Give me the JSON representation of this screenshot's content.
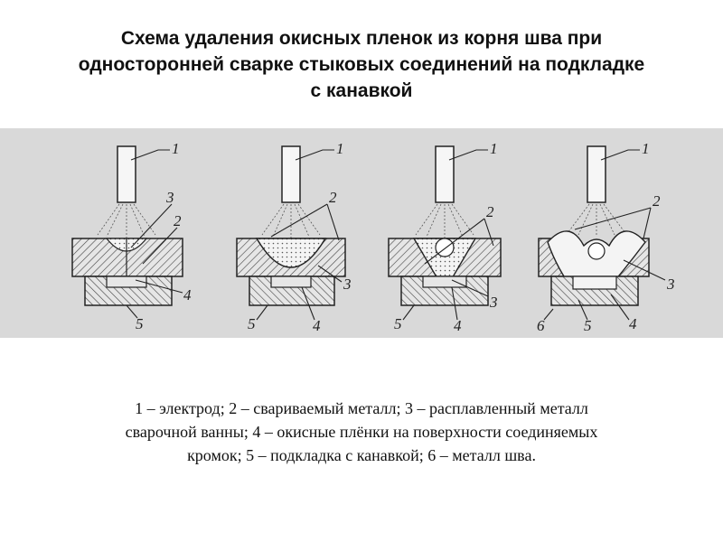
{
  "title": {
    "line1": "Схема удаления окисных пленок из корня шва при",
    "line2": "односторонней сварке стыковых соединений на подкладке",
    "line3": "с канавкой"
  },
  "diagram": {
    "panel_colors": {
      "background": "#d9d9d9",
      "hatch": "#444444",
      "stroke": "#222222"
    },
    "panels": [
      {
        "labels": [
          "1",
          "3",
          "2",
          "4",
          "5"
        ]
      },
      {
        "labels": [
          "1",
          "2",
          "3",
          "5",
          "4"
        ]
      },
      {
        "labels": [
          "1",
          "2",
          "3",
          "5",
          "4"
        ]
      },
      {
        "labels": [
          "1",
          "2",
          "3",
          "6",
          "5",
          "4"
        ]
      }
    ]
  },
  "caption": {
    "line1": "1 – электрод; 2 – свариваемый металл; 3 – расплавленный металл",
    "line2": "сварочной ванны; 4 – окисные плёнки на поверхности соединяемых",
    "line3": "кромок; 5 – подкладка с канавкой; 6 – металл шва."
  }
}
